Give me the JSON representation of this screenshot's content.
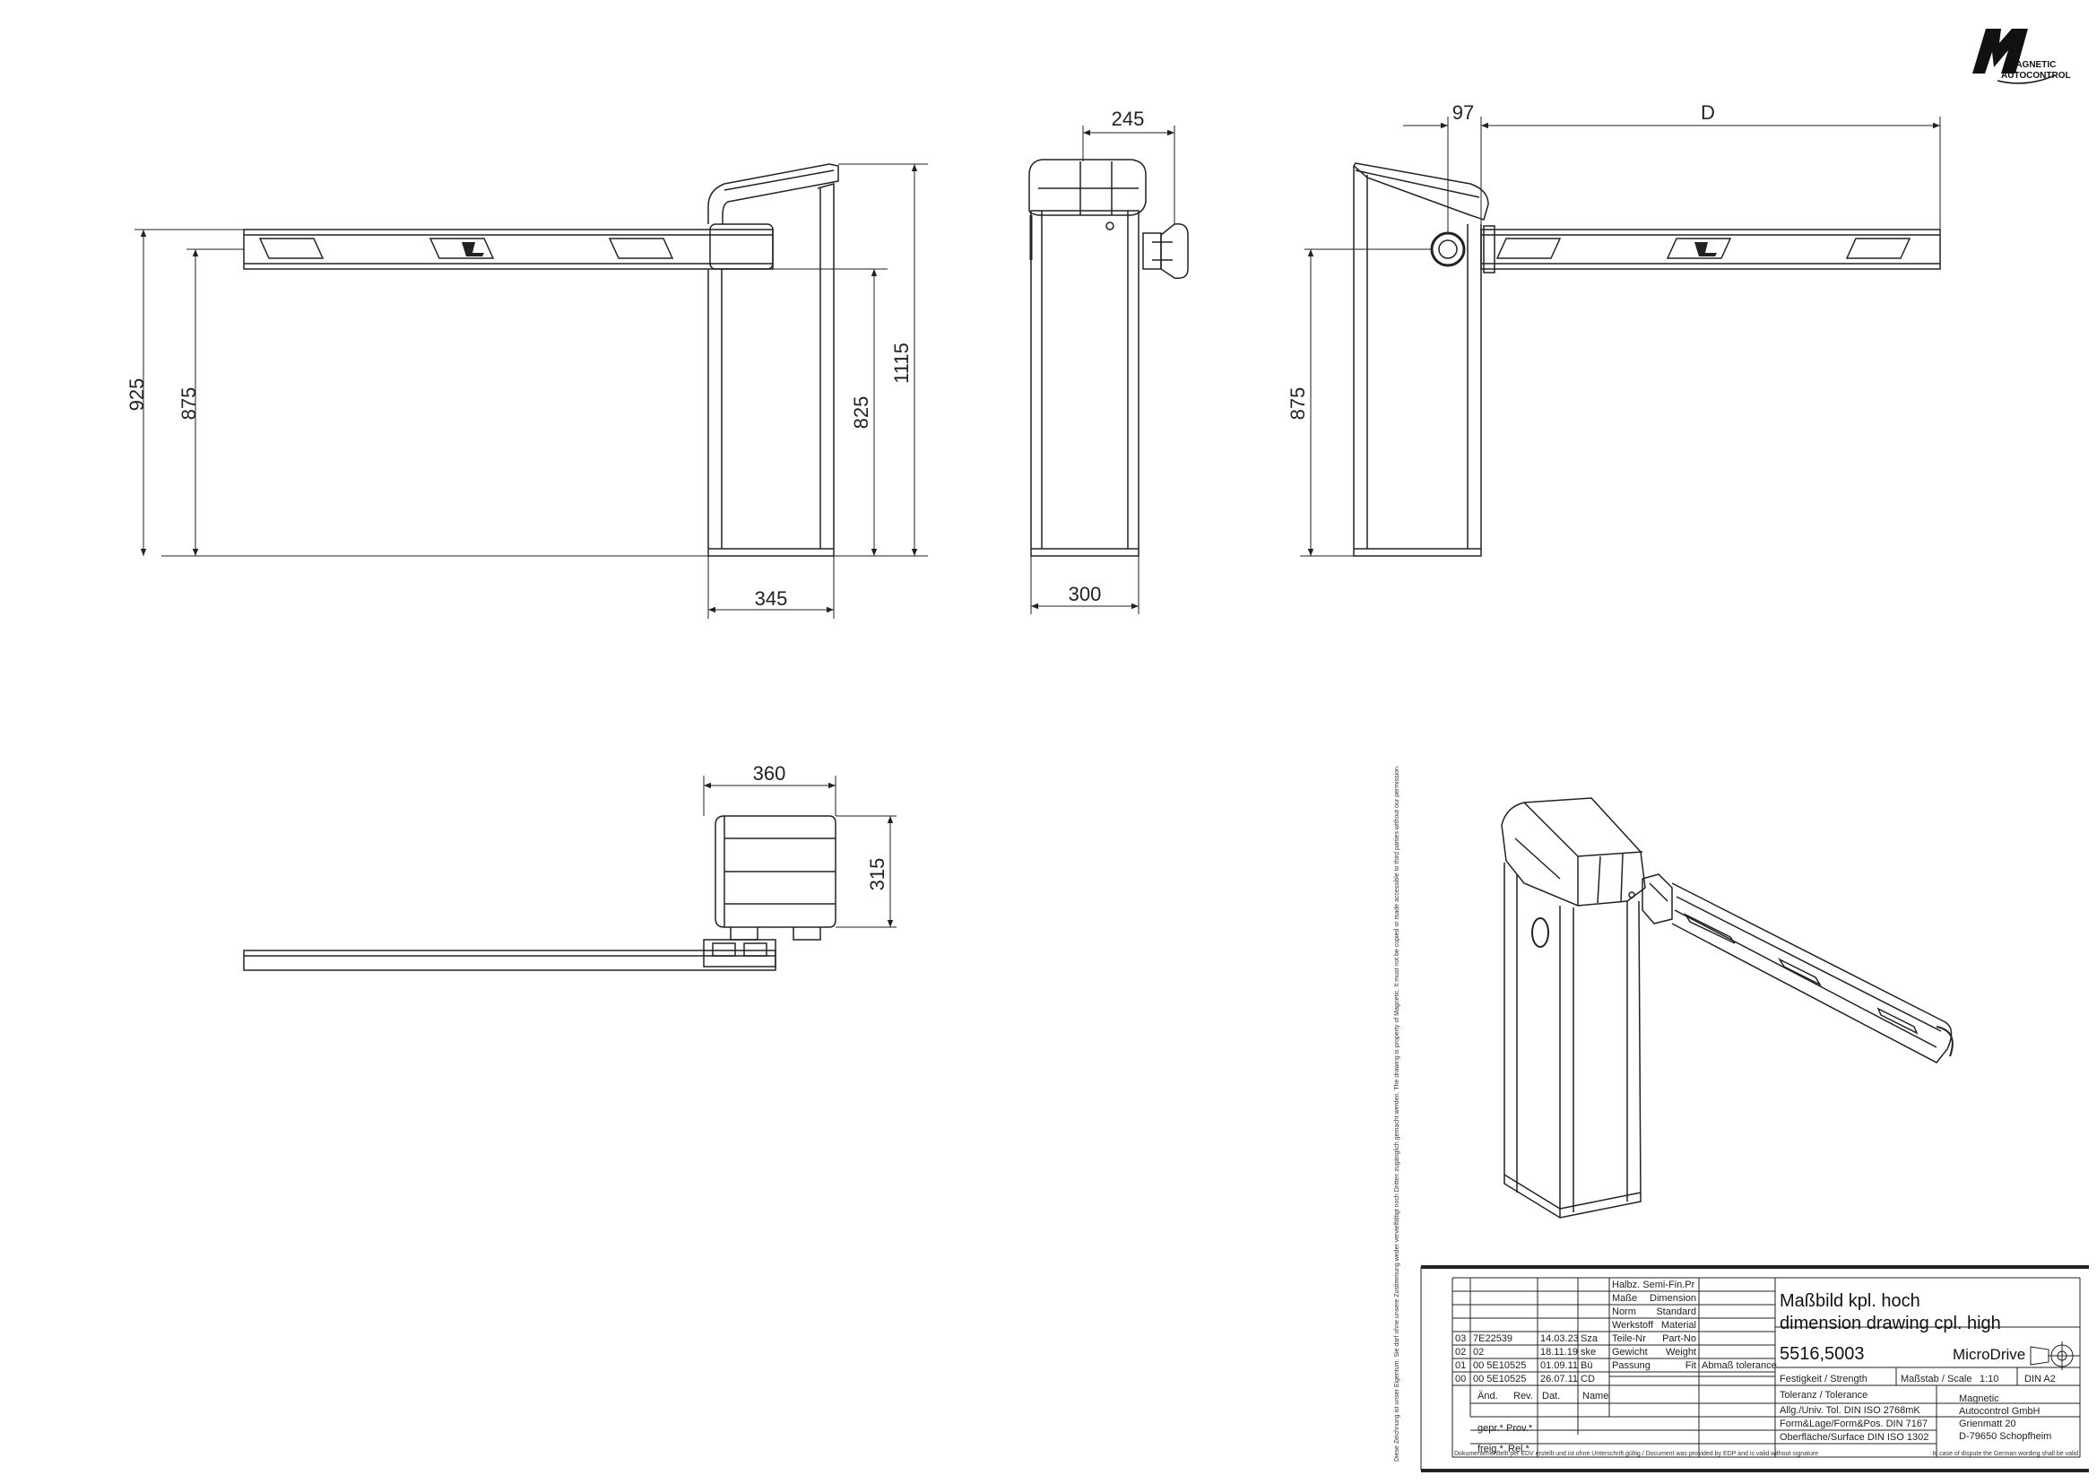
{
  "logo": {
    "lines": [
      "MAGNETIC",
      "AUTOCONTROL"
    ]
  },
  "dimensions": {
    "height_total": "925",
    "height_boom": "875",
    "height_boom_right": "875",
    "height_column": "825",
    "height_housing": "1115",
    "base_width": "345",
    "front_base": "300",
    "front_top": "245",
    "side_offset": "97",
    "side_length": "D",
    "top_width": "360",
    "top_depth": "315"
  },
  "title_block": {
    "title_de": "Maßbild kpl. hoch",
    "title_en": "dimension drawing cpl. high",
    "drawing_number": "5516,5003",
    "product": "MicroDrive",
    "labels": {
      "halbz": "Halbz. Semi-Fin.Pr",
      "masse": "Maße",
      "dimension": "Dimension",
      "norm": "Norm",
      "standard": "Standard",
      "werkstoff": "Werkstoff",
      "material": "Material",
      "teile": "Teile-Nr",
      "partno": "Part-No",
      "gewicht": "Gewicht",
      "weight": "Weight",
      "passung": "Passung",
      "fit": "Fit",
      "abmass": "Abmaß tolerance",
      "festigkeit": "Festigkeit / Strength",
      "massstab": "Maßstab / Scale",
      "scale": "1:10",
      "din": "DIN A2",
      "toleranz": "Toleranz / Tolerance",
      "allg": "Allg./Univ. Tol. DIN ISO 2768mK",
      "form": "Form&Lage/Form&Pos. DIN 7167",
      "oberflaeche": "Oberfläche/Surface DIN ISO 1302",
      "aend": "Änd.",
      "rev": "Rev.",
      "dat": "Dat.",
      "name": "Name",
      "gepr": "gepr.*",
      "prov": "Prov.*",
      "freig": "freig.*",
      "rel": "Rel.*"
    },
    "company": [
      "Magnetic",
      "Autocontrol GmbH",
      "Grienmatt 20",
      "D-79650 Schopfheim"
    ],
    "revisions": [
      {
        "idx": "03",
        "ecn": "7E22539",
        "date": "14.03.23",
        "name": "Sza"
      },
      {
        "idx": "02",
        "ecn": "02",
        "date": "18.11.19",
        "name": "ske"
      },
      {
        "idx": "01",
        "ecn": "00 5E10525",
        "date": "01.09.11",
        "name": "Bü"
      },
      {
        "idx": "00",
        "ecn": "00 5E10525",
        "date": "26.07.11",
        "name": "CD"
      }
    ],
    "footer_note": "Dokumentenerstellt per EDV erstellt und ist ohne Unterschrift gültig / Document was provided by EDP and is valid without signature",
    "footer_note_right": "In case of dispute the German wording shall be valid",
    "side_note": "Diese Zeichnung ist unser Eigentum. Sie darf ohne unsere Zustimmung weder vervielfältigt noch Dritten zugänglich gemacht werden. The drawing is property of Magnetic. It must not be copied or made accessible to third parties without our permission."
  }
}
